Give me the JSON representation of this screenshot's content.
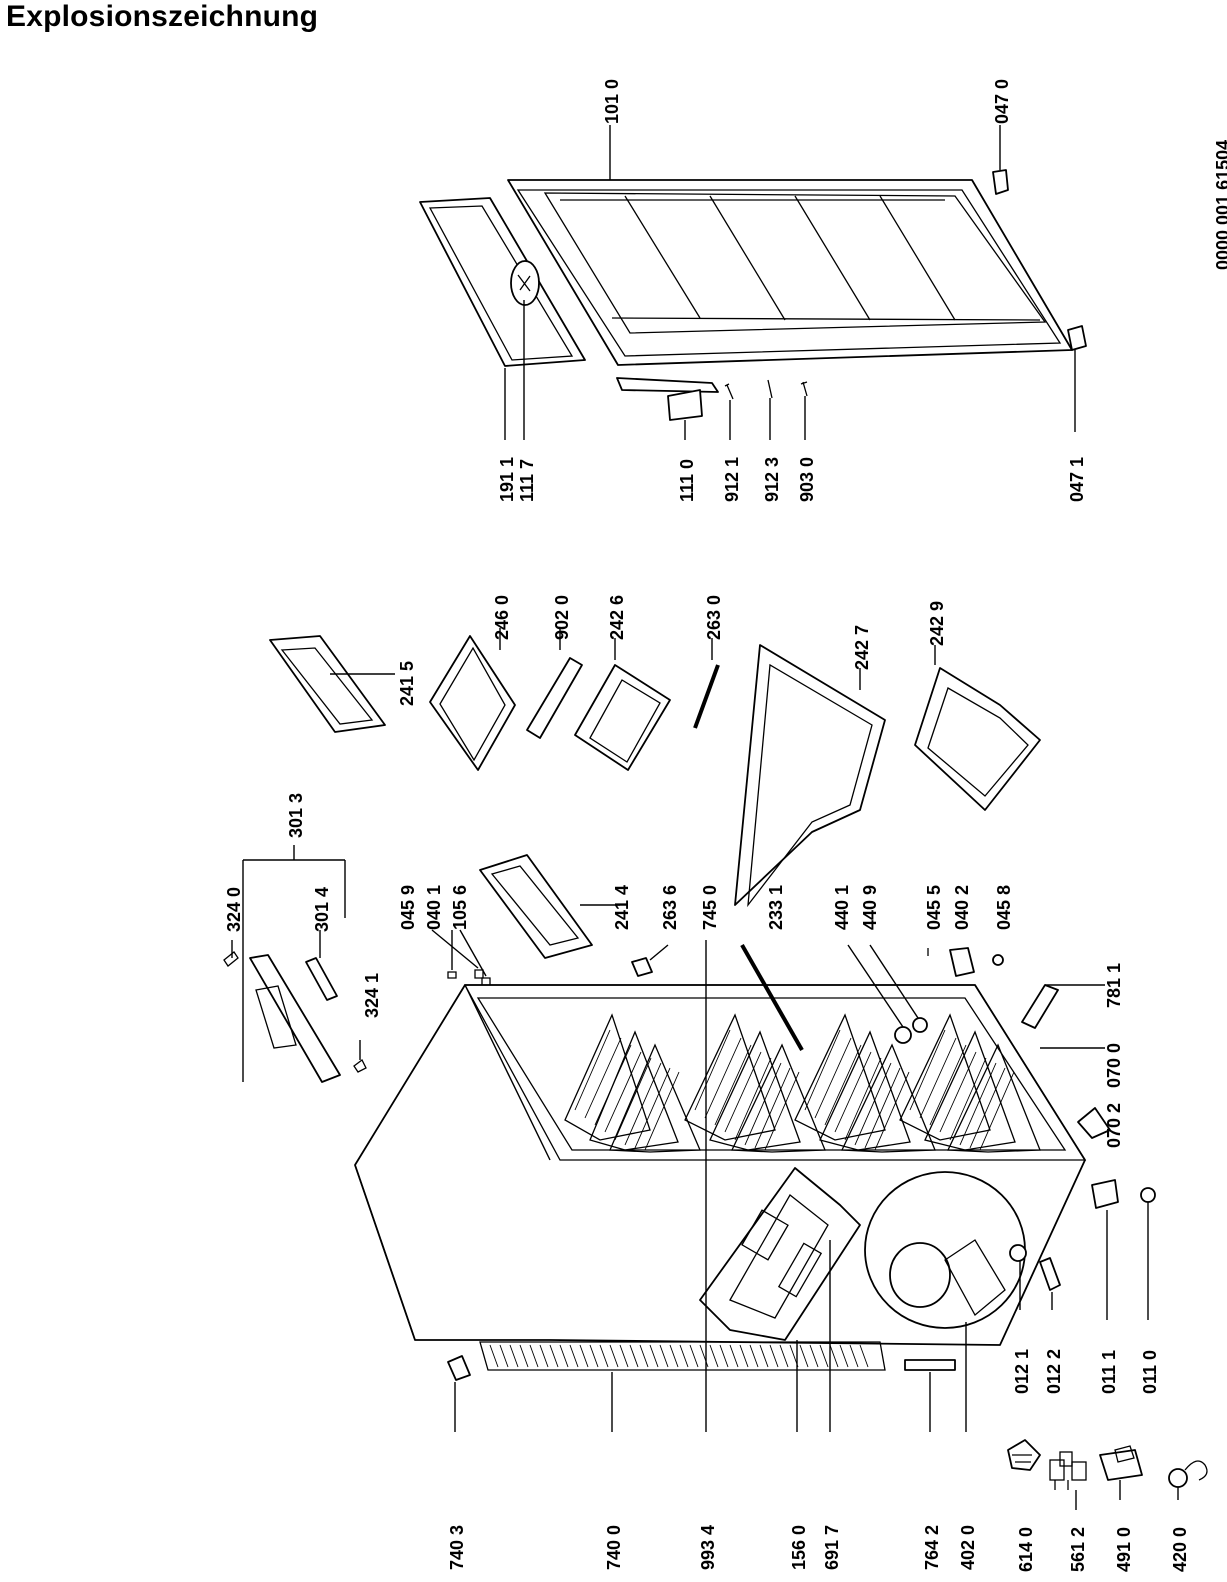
{
  "title": "Explosionszeichnung",
  "document_number": "0000 001 61504",
  "labels": {
    "p0101": "101 0",
    "p0470": "047 0",
    "p0471": "047 1",
    "p1911": "191 1",
    "p1117": "111 7",
    "p1110": "111 0",
    "p9121": "912 1",
    "p9123": "912 3",
    "p9030": "903 0",
    "p2415": "241 5",
    "p2460": "246 0",
    "p9020": "902 0",
    "p2426": "242 6",
    "p2630": "263 0",
    "p2427": "242 7",
    "p2429": "242 9",
    "p3013": "301 3",
    "p3240": "324 0",
    "p3014": "301 4",
    "p3241": "324 1",
    "p0459": "045 9",
    "p0401": "040 1",
    "p1056": "105 6",
    "p2414": "241 4",
    "p2636": "263 6",
    "p7450": "745 0",
    "p2331": "233 1",
    "p4401": "440 1",
    "p4409": "440 9",
    "p0455": "045 5",
    "p0402": "040 2",
    "p0458": "045 8",
    "p7811": "781 1",
    "p0700": "070 0",
    "p0702": "070 2",
    "p0121": "012 1",
    "p0122": "012 2",
    "p0111": "011 1",
    "p0110": "011 0",
    "p7403": "740 3",
    "p7400": "740 0",
    "p9934": "993 4",
    "p1560": "156 0",
    "p6917": "691 7",
    "p7642": "764 2",
    "p4020": "402 0",
    "p6140": "614 0",
    "p5612": "561 2",
    "p4910": "491 0",
    "p4200": "420 0"
  }
}
